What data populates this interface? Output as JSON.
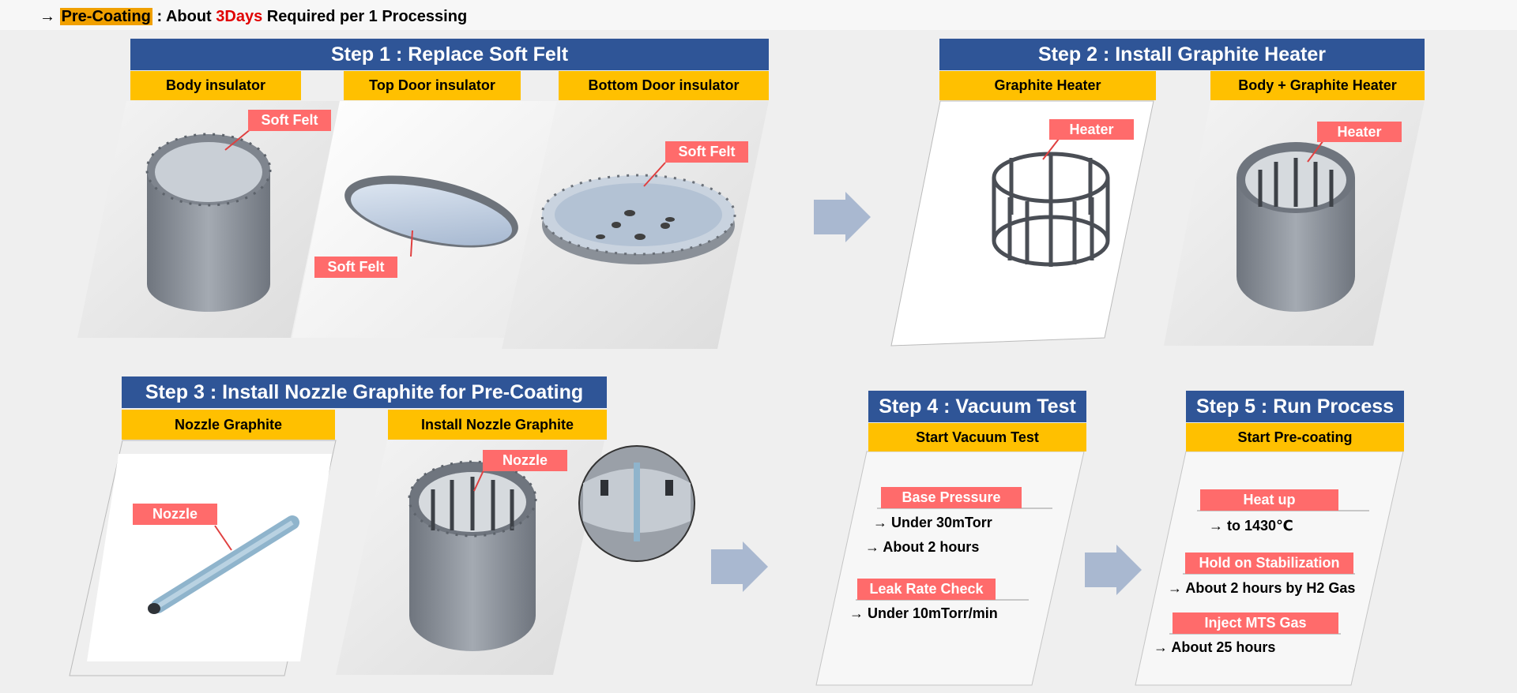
{
  "header": {
    "arrow": "→",
    "highlight": "Pre-Coating",
    "mid": " : About ",
    "days": "3Days",
    "tail": " Required per 1 Processing"
  },
  "step1": {
    "title": "Step 1 : Replace Soft Felt",
    "subs": [
      "Body insulator",
      "Top Door insulator",
      "Bottom Door insulator"
    ],
    "tags": [
      "Soft Felt",
      "Soft Felt",
      "Soft Felt"
    ]
  },
  "step2": {
    "title": "Step 2 : Install Graphite Heater",
    "subs": [
      "Graphite Heater",
      "Body + Graphite Heater"
    ],
    "tags": [
      "Heater",
      "Heater"
    ]
  },
  "step3": {
    "title": "Step 3 : Install Nozzle Graphite for Pre-Coating",
    "subs": [
      "Nozzle Graphite",
      "Install Nozzle Graphite"
    ],
    "tags": [
      "Nozzle",
      "Nozzle"
    ]
  },
  "step4": {
    "title": "Step 4 : Vacuum Test",
    "sub": "Start Vacuum Test",
    "items": [
      {
        "tag": "Base Pressure",
        "lines": [
          "→ Under 30mTorr",
          "→ About 2 hours"
        ]
      },
      {
        "tag": "Leak Rate Check",
        "lines": [
          "→ Under 10mTorr/min"
        ]
      }
    ]
  },
  "step5": {
    "title": "Step 5 : Run Process",
    "sub": "Start Pre-coating",
    "items": [
      {
        "tag": "Heat up",
        "lines": [
          "→ to 1430℃"
        ]
      },
      {
        "tag": "Hold on Stabilization",
        "lines": [
          "→ About 2 hours by H2 Gas"
        ]
      },
      {
        "tag": "Inject MTS Gas",
        "lines": [
          "→ About 25 hours"
        ]
      }
    ]
  },
  "colors": {
    "title_bg": "#2f5597",
    "sub_bg": "#ffc000",
    "tag_bg": "#ff6b6b",
    "arrow": "#a9b8d0",
    "metal": "#8c929b",
    "felt": "#b6c7dc"
  }
}
